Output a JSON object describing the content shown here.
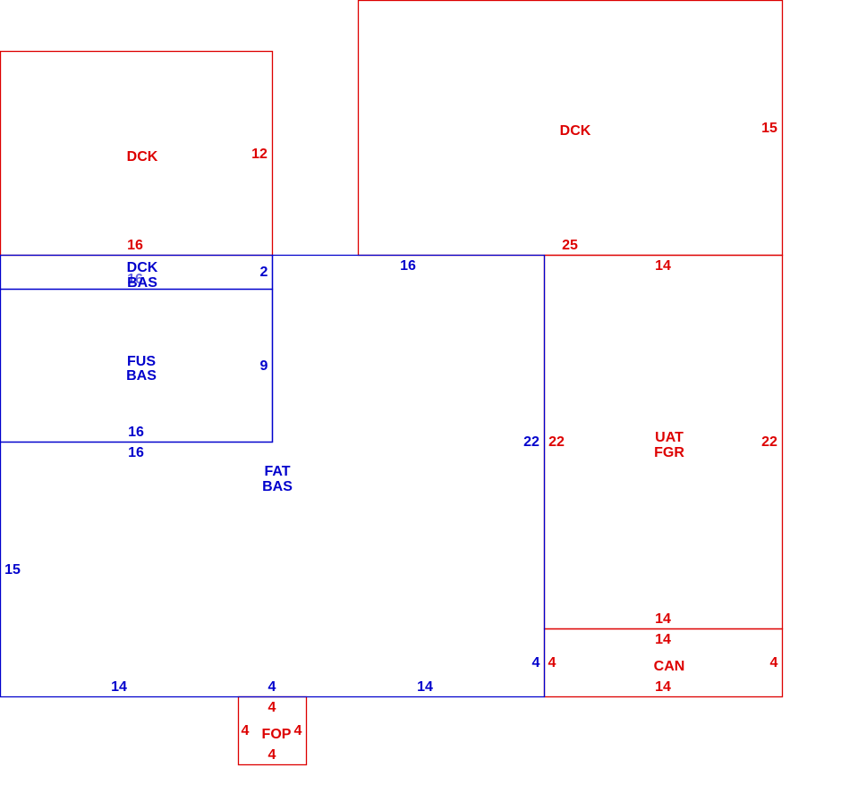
{
  "colors": {
    "blue": "#0000cc",
    "red": "#dd0000"
  },
  "areas": {
    "dck_left": {
      "label": "DCK"
    },
    "dck_right": {
      "label": "DCK"
    },
    "dck_bas": {
      "line1": "DCK",
      "line2": "BAS"
    },
    "fus_bas": {
      "line1": "FUS",
      "line2": "BAS"
    },
    "fat_bas": {
      "line1": "FAT",
      "line2": "BAS"
    },
    "uat_fgr": {
      "line1": "UAT",
      "line2": "FGR"
    },
    "can": {
      "label": "CAN"
    },
    "fop": {
      "label": "FOP"
    }
  },
  "dims": {
    "dck_left_right": "12",
    "dck_left_bottom": "16",
    "dck_right_right": "15",
    "dck_right_bottom": "25",
    "dck_bas_right": "2",
    "fus_top": "16",
    "fus_right": "9",
    "fus_bottom": "16",
    "fus_below": "16",
    "fat_left": "15",
    "fat_bottom_left": "14",
    "fat_bottom_mid": "4",
    "fat_bottom_right": "14",
    "fat_right": "22",
    "fat_right_lower": "4",
    "uat_top": "14",
    "uat_left": "22",
    "uat_right": "22",
    "uat_bottom": "14",
    "can_top": "14",
    "can_left": "4",
    "can_right": "4",
    "can_bottom": "14",
    "fop_top": "4",
    "fop_left": "4",
    "fop_right": "4",
    "fop_bottom": "4"
  }
}
